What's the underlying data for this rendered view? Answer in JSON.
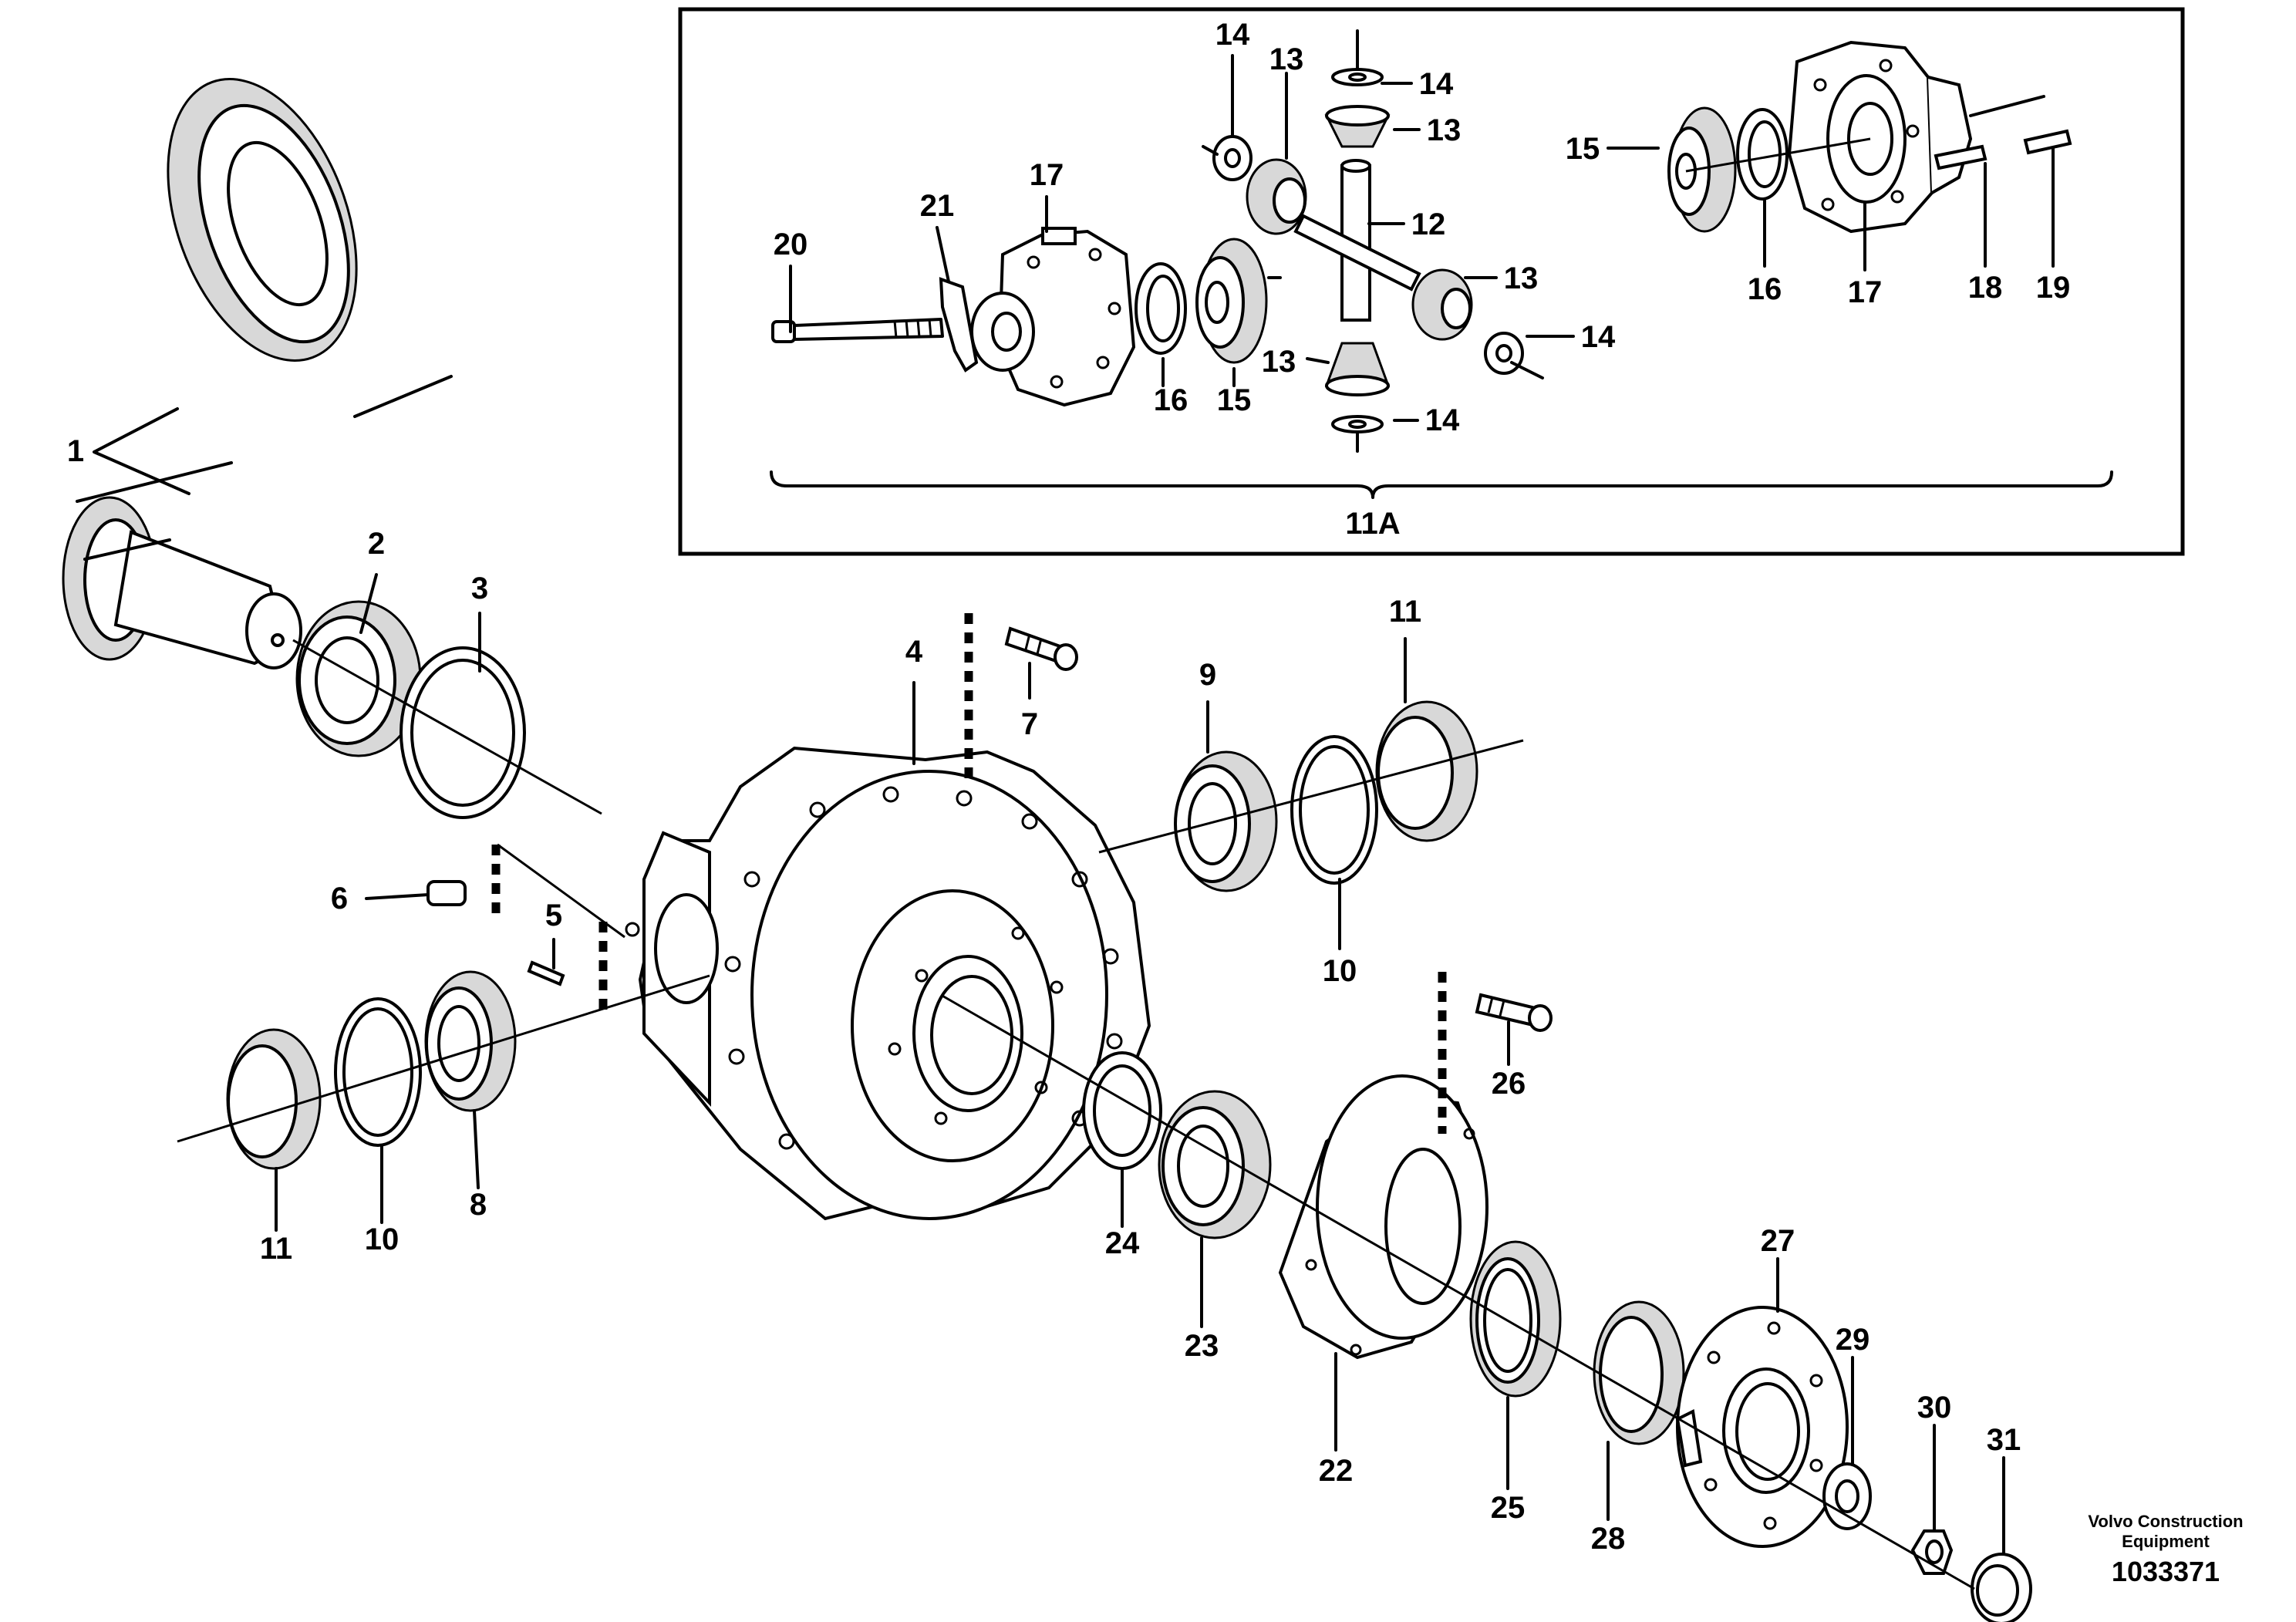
{
  "diagram": {
    "inset_label": "11A",
    "callouts": [
      {
        "id": "c1",
        "text": "1"
      },
      {
        "id": "c2",
        "text": "2"
      },
      {
        "id": "c3",
        "text": "3"
      },
      {
        "id": "c4",
        "text": "4"
      },
      {
        "id": "c5",
        "text": "5"
      },
      {
        "id": "c6",
        "text": "6"
      },
      {
        "id": "c7",
        "text": "7"
      },
      {
        "id": "c8",
        "text": "8"
      },
      {
        "id": "c9",
        "text": "9"
      },
      {
        "id": "c10a",
        "text": "10"
      },
      {
        "id": "c10b",
        "text": "10"
      },
      {
        "id": "c11a",
        "text": "11"
      },
      {
        "id": "c11b",
        "text": "11"
      },
      {
        "id": "c12",
        "text": "12"
      },
      {
        "id": "c13a",
        "text": "13"
      },
      {
        "id": "c13b",
        "text": "13"
      },
      {
        "id": "c13c",
        "text": "13"
      },
      {
        "id": "c13d",
        "text": "13"
      },
      {
        "id": "c14a",
        "text": "14"
      },
      {
        "id": "c14b",
        "text": "14"
      },
      {
        "id": "c14c",
        "text": "14"
      },
      {
        "id": "c14d",
        "text": "14"
      },
      {
        "id": "c15a",
        "text": "15"
      },
      {
        "id": "c15b",
        "text": "15"
      },
      {
        "id": "c16a",
        "text": "16"
      },
      {
        "id": "c16b",
        "text": "16"
      },
      {
        "id": "c17a",
        "text": "17"
      },
      {
        "id": "c17b",
        "text": "17"
      },
      {
        "id": "c18",
        "text": "18"
      },
      {
        "id": "c19",
        "text": "19"
      },
      {
        "id": "c20",
        "text": "20"
      },
      {
        "id": "c21",
        "text": "21"
      },
      {
        "id": "c22",
        "text": "22"
      },
      {
        "id": "c23",
        "text": "23"
      },
      {
        "id": "c24",
        "text": "24"
      },
      {
        "id": "c25",
        "text": "25"
      },
      {
        "id": "c26",
        "text": "26"
      },
      {
        "id": "c27",
        "text": "27"
      },
      {
        "id": "c28",
        "text": "28"
      },
      {
        "id": "c29",
        "text": "29"
      },
      {
        "id": "c30",
        "text": "30"
      },
      {
        "id": "c31",
        "text": "31"
      }
    ]
  },
  "footer": {
    "brand_line1": "Volvo Construction",
    "brand_line2": "Equipment",
    "doc_number": "1033371"
  }
}
